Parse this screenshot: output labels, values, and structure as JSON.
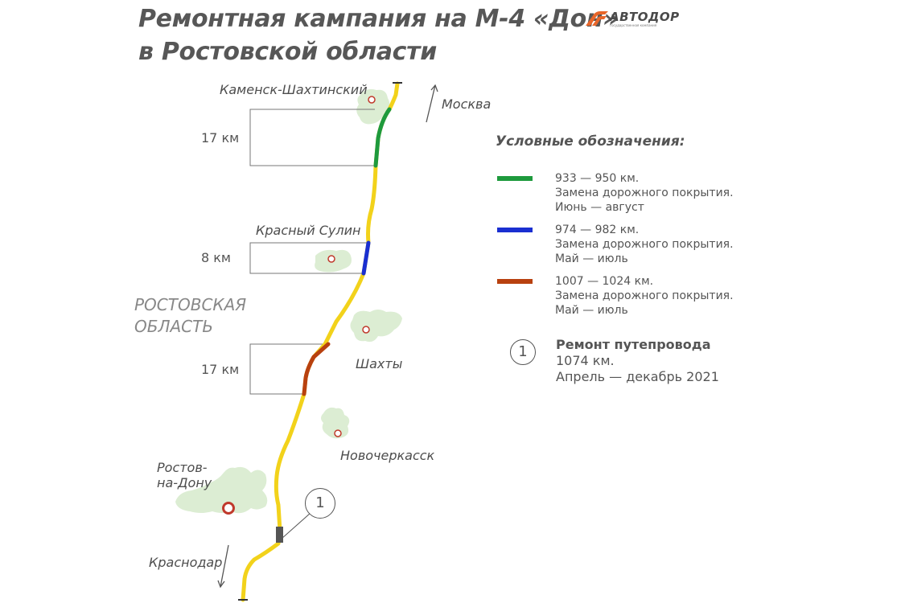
{
  "header": {
    "title_line1": "Ремонтная кампания на М-4 «Дон»",
    "title_line2": "в Ростовской области",
    "logo_text": "АВТОДОР",
    "logo_subtext": "государственная компания",
    "logo_color": "#e8662a"
  },
  "map": {
    "region_label": "РОСТОВСКАЯ\nОБЛАСТЬ",
    "directions": {
      "north": "Москва",
      "south": "Краснодар"
    },
    "cities": [
      {
        "name": "Каменск-Шахтинский"
      },
      {
        "name": "Красный Сулин"
      },
      {
        "name": "Шахты"
      },
      {
        "name": "Новочеркасск"
      },
      {
        "name": "Ростов-\nна-Дону"
      }
    ],
    "segments": [
      {
        "length_label": "17 км",
        "color": "#1e9a3d"
      },
      {
        "length_label": "8 км",
        "color": "#1a2fd1"
      },
      {
        "length_label": "17 км",
        "color": "#b8410f"
      }
    ],
    "overpass_marker": "1",
    "road_color": "#f2d21b",
    "city_fill": "#dcedd3",
    "city_marker_color": "#c0392b"
  },
  "legend": {
    "title": "Условные обозначения:",
    "items": [
      {
        "color": "#1e9a3d",
        "km": "933 — 950 км.",
        "work": "Замена дорожного покрытия.",
        "period": "Июнь — август"
      },
      {
        "color": "#1a2fd1",
        "km": "974 — 982 км.",
        "work": "Замена дорожного покрытия.",
        "period": "Май — июль"
      },
      {
        "color": "#b8410f",
        "km": "1007 — 1024 км.",
        "work": "Замена дорожного покрытия.",
        "period": "Май — июль"
      }
    ],
    "overpass": {
      "marker": "1",
      "title": "Ремонт путепровода",
      "km": "1074 км.",
      "period": "Апрель — декабрь 2021"
    }
  }
}
